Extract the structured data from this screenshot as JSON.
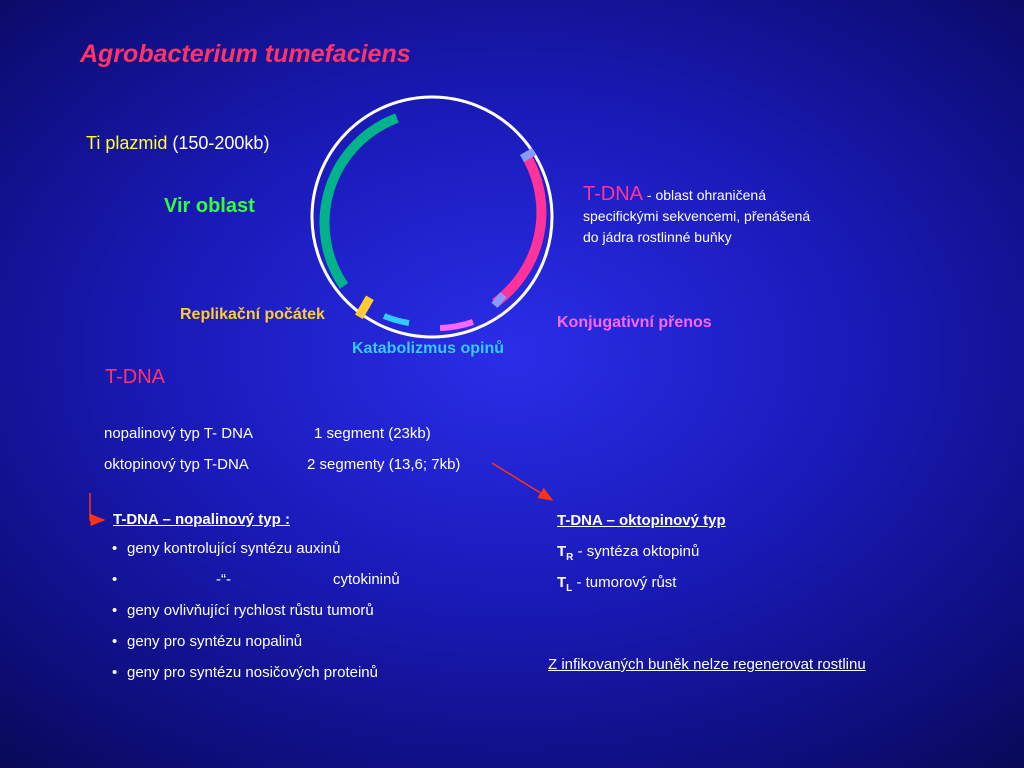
{
  "title": "Agrobacterium tumefaciens",
  "plasmid": {
    "name": "Ti plazmid",
    "size": "(150-200kb)"
  },
  "labels": {
    "vir": "Vir oblast",
    "replication": "Replikační počátek",
    "katabolism": "Katabolizmus opinů",
    "conjugation": "Konjugativní přenos"
  },
  "tdna_desc": {
    "heading": "T-DNA",
    "dash": " - ",
    "line1": "oblast ohraničená",
    "line2": "specifickými sekvencemi, přenášená",
    "line3": "do jádra rostlinné buňky"
  },
  "tdna_section": {
    "heading": "T-DNA",
    "row1": {
      "type": "nopalinový typ  T- DNA",
      "segments": "1 segment (23kb)"
    },
    "row2": {
      "type": "oktopinový typ T-DNA",
      "segments": "2 segmenty (13,6; 7kb)"
    }
  },
  "nopaline": {
    "heading": "T-DNA – nopalinový typ :",
    "items": [
      "geny kontrolující syntézu auxinů",
      "-“-",
      "cytokininů",
      "geny ovlivňující rychlost růstu tumorů",
      "geny pro syntézu nopalinů",
      "geny pro syntézu nosičových proteinů"
    ],
    "bullet": "•"
  },
  "octopine": {
    "heading": "T-DNA – oktopinový typ",
    "tr_letter": "T",
    "tr_sub": "R",
    "tr_text": " - syntéza oktopinů",
    "tl_letter": "T",
    "tl_sub": "L",
    "tl_text": " - tumorový růst",
    "note": "Z infikovaných buněk nelze regenerovat rostlinu"
  },
  "colors": {
    "vir": "#00b38a",
    "tdna": "#ff3399",
    "katabolism": "#33ccff",
    "conjugation": "#ff66ff",
    "border": "#8899ff",
    "replication": "#ffcc33",
    "arrow": "#ff3311"
  }
}
